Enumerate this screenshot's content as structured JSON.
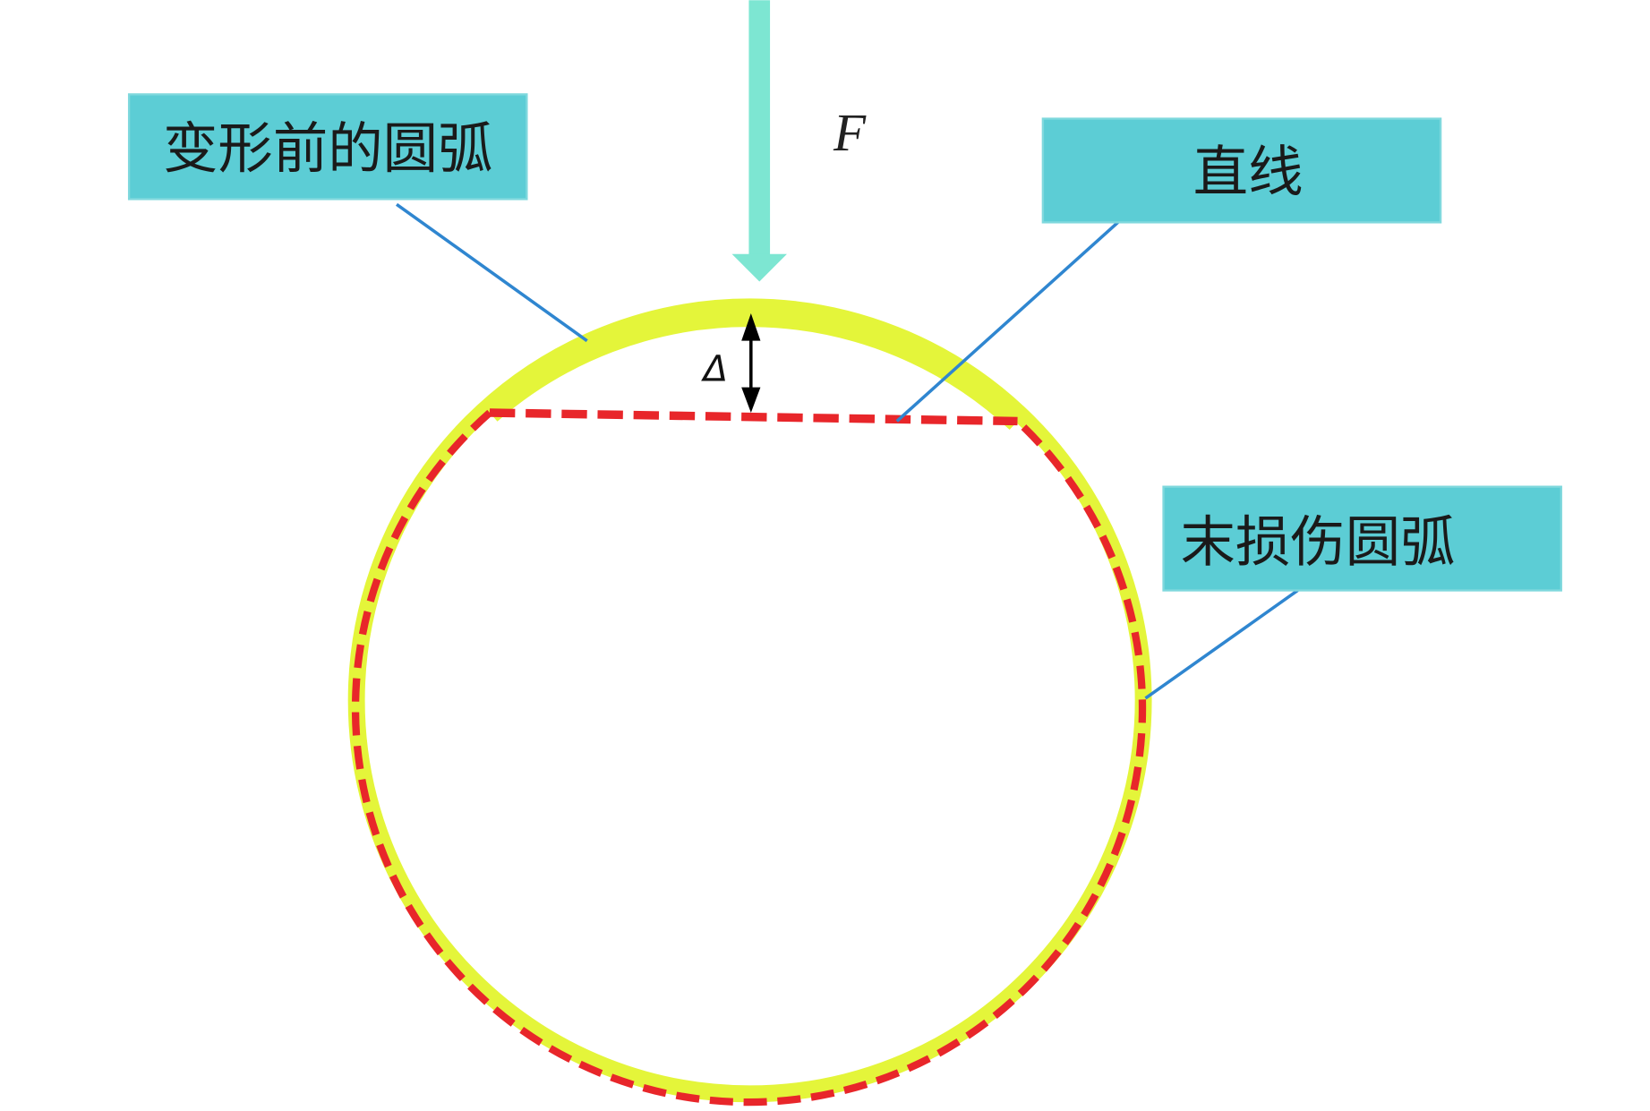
{
  "labels": {
    "force": "F",
    "delta": "Δ",
    "before_deformation_arc": "变形前的圆弧",
    "straight_line": "直线",
    "undamaged_arc": "末损伤圆弧"
  },
  "colors": {
    "force_arrow": "#7de6d2",
    "label_box": "#5ccdd5",
    "ring": "#e4f53a",
    "dashed": "#e8262a",
    "leader": "#2f86d0"
  }
}
